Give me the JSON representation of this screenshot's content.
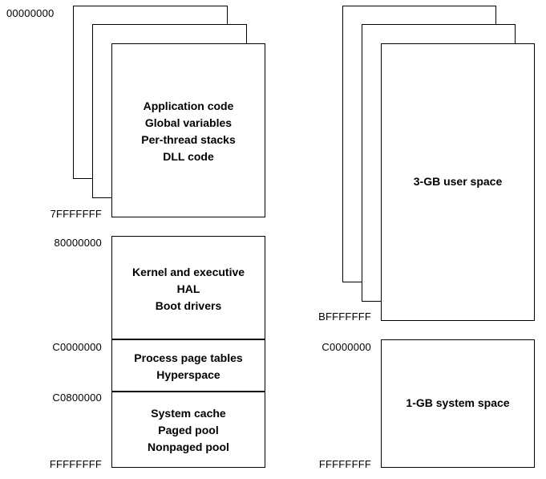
{
  "left_map": {
    "addresses": {
      "start": "00000000",
      "user_end": "7FFFFFFF",
      "system_start": "80000000",
      "page_tables_start": "C0000000",
      "cache_start": "C0800000",
      "end": "FFFFFFFF"
    },
    "user_region": {
      "lines": [
        "Application code",
        "Global variables",
        "Per-thread stacks",
        "DLL code"
      ]
    },
    "system_region": {
      "kernel": [
        "Kernel and executive",
        "HAL",
        "Boot drivers"
      ],
      "page_tables": [
        "Process page tables",
        "Hyperspace"
      ],
      "cache": [
        "System cache",
        "Paged pool",
        "Nonpaged pool"
      ]
    }
  },
  "right_map": {
    "addresses": {
      "user_end": "BFFFFFFF",
      "system_start": "C0000000",
      "end": "FFFFFFFF"
    },
    "user_region": {
      "label": "3-GB user space"
    },
    "system_region": {
      "label": "1-GB system space"
    }
  }
}
